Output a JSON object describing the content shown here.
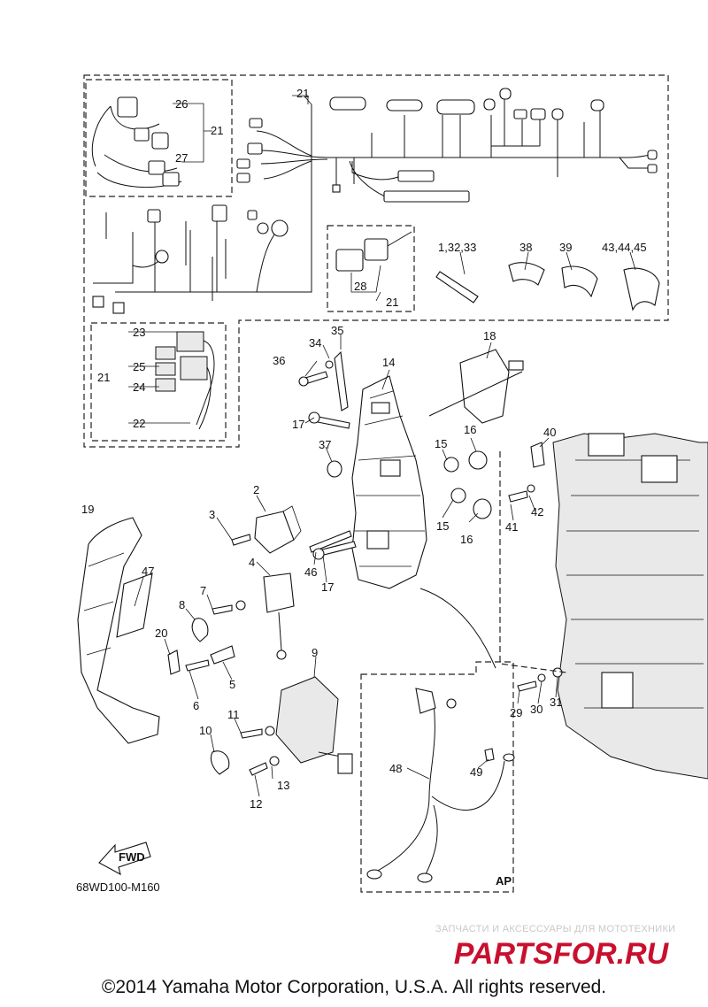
{
  "diagram": {
    "callouts": {
      "c26": "26",
      "c21a": "21",
      "c27": "27",
      "c21b": "21",
      "c28": "28",
      "c21c": "21",
      "c1_32_33": "1,32,33",
      "c38": "38",
      "c39": "39",
      "c43_44_45": "43,44,45",
      "c23": "23",
      "c25": "25",
      "c24": "24",
      "c21d": "21",
      "c22": "22",
      "c34": "34",
      "c35": "35",
      "c36": "36",
      "c14": "14",
      "c18": "18",
      "c17a": "17",
      "c37": "37",
      "c15a": "15",
      "c16a": "16",
      "c40": "40",
      "c2": "2",
      "c3": "3",
      "c19": "19",
      "c4": "4",
      "c47": "47",
      "c7": "7",
      "c8": "8",
      "c20": "20",
      "c5": "5",
      "c6": "6",
      "c9": "9",
      "c11": "11",
      "c10": "10",
      "c13": "13",
      "c12": "12",
      "c46": "46",
      "c17b": "17",
      "c15b": "15",
      "c16b": "16",
      "c41": "41",
      "c42": "42",
      "c29": "29",
      "c30": "30",
      "c31": "31",
      "c48": "48",
      "c49": "49",
      "ap": "AP"
    },
    "fwd_label": "FWD",
    "diagram_code": "68WD100-M160"
  },
  "watermark": {
    "subtitle": "ЗАПЧАСТИ И АКСЕССУАРЫ ДЛЯ МОТОТЕХНИКИ",
    "logo_text": "PARTSFOR.RU",
    "color": "#c8102e"
  },
  "footer": {
    "copyright": "©2014 Yamaha Motor Corporation, U.S.A. All rights reserved."
  }
}
